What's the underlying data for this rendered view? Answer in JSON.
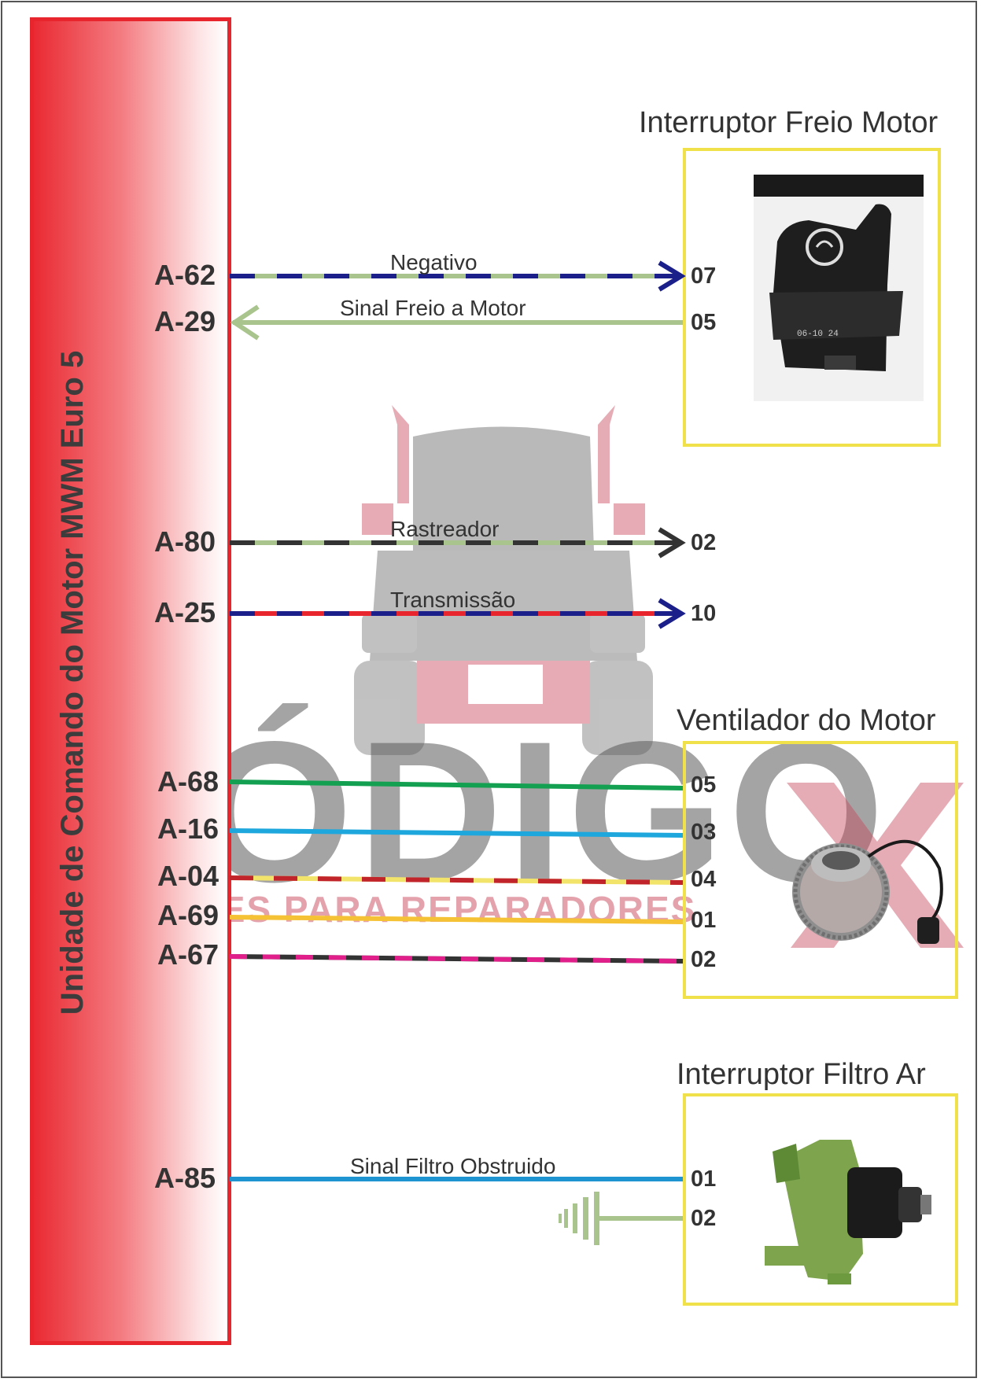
{
  "ecu": {
    "title": "Unidade de Comando do Motor MWM Euro 5",
    "color": "#e8242c"
  },
  "watermark": {
    "brand": "CÓDIGO",
    "tagline": "SOLUÇÕES PARA REPARADORES"
  },
  "components": [
    {
      "title": "Interruptor Freio Motor",
      "border_color": "#f0e04a",
      "icon": "engine-brake-switch-photo"
    },
    {
      "title": "Ventilador do Motor",
      "border_color": "#f0e04a",
      "icon": "fan-clutch-photo"
    },
    {
      "title": "Interruptor Filtro Ar",
      "border_color": "#f0e04a",
      "icon": "air-filter-switch-photo"
    }
  ],
  "wires": [
    {
      "ecu_pin": "A-62",
      "comp_pin": "07",
      "label": "Negativo",
      "colors": [
        "#a9c48d",
        "#1b1f8a"
      ],
      "direction": "to-component"
    },
    {
      "ecu_pin": "A-29",
      "comp_pin": "05",
      "label": "Sinal Freio a Motor",
      "colors": [
        "#a9c48d"
      ],
      "direction": "to-ecu"
    },
    {
      "ecu_pin": "A-80",
      "comp_pin": "02",
      "label": "Rastreador",
      "colors": [
        "#a9c48d",
        "#333333"
      ],
      "direction": "to-component"
    },
    {
      "ecu_pin": "A-25",
      "comp_pin": "10",
      "label": "Transmissão",
      "colors": [
        "#e8242c",
        "#1b1f8a"
      ],
      "direction": "to-component"
    },
    {
      "ecu_pin": "A-68",
      "comp_pin": "05",
      "label": "",
      "colors": [
        "#13a050"
      ],
      "direction": "none"
    },
    {
      "ecu_pin": "A-16",
      "comp_pin": "03",
      "label": "",
      "colors": [
        "#1ea7dc"
      ],
      "direction": "none"
    },
    {
      "ecu_pin": "A-04",
      "comp_pin": "04",
      "label": "",
      "colors": [
        "#f2e46b",
        "#c2242c"
      ],
      "direction": "none"
    },
    {
      "ecu_pin": "A-69",
      "comp_pin": "01",
      "label": "",
      "colors": [
        "#f6c235"
      ],
      "direction": "none"
    },
    {
      "ecu_pin": "A-67",
      "comp_pin": "02",
      "label": "",
      "colors": [
        "#333333",
        "#e01f8a"
      ],
      "direction": "none"
    },
    {
      "ecu_pin": "A-85",
      "comp_pin": "01",
      "label": "Sinal Filtro Obstruido",
      "colors": [
        "#1e94d0"
      ],
      "direction": "none"
    },
    {
      "ecu_pin": "",
      "comp_pin": "02",
      "label": "",
      "colors": [
        "#a9c48d"
      ],
      "direction": "ground"
    }
  ]
}
